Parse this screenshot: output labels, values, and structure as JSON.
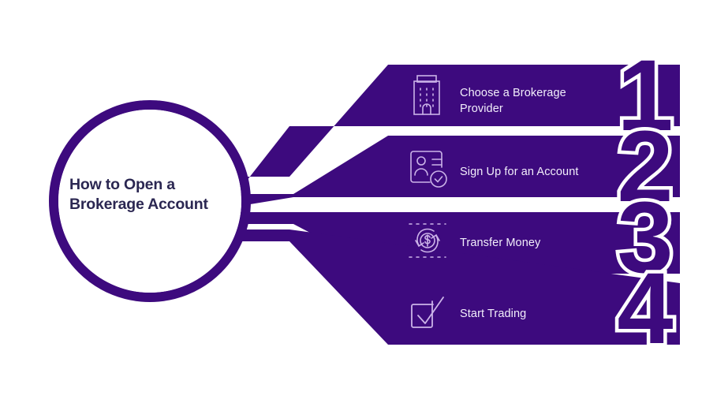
{
  "hub": {
    "title_line1": "How to Open a",
    "title_line2": "Brokerage Account",
    "title_color": "#2b2752",
    "ring_color": "#3d0a7e"
  },
  "theme": {
    "bar_purple": "#3d0a7e",
    "background": "#ffffff",
    "icon_stroke": "#cbb3e8",
    "label_color": "#f2eefb",
    "numeral_outline": "#ffffff"
  },
  "steps": [
    {
      "number": "1",
      "label": "Choose a Brokerage Provider",
      "label_line1": "Choose a Brokerage",
      "label_line2": "Provider",
      "icon": "building-icon"
    },
    {
      "number": "2",
      "label": "Sign Up for an Account",
      "label_line1": "Sign Up for an Account",
      "label_line2": "",
      "icon": "id-card-check-icon"
    },
    {
      "number": "3",
      "label": "Transfer Money",
      "label_line1": "Transfer Money",
      "label_line2": "",
      "icon": "money-transfer-icon"
    },
    {
      "number": "4",
      "label": "Start Trading",
      "label_line1": "Start Trading",
      "label_line2": "",
      "icon": "checkbox-check-icon"
    }
  ]
}
